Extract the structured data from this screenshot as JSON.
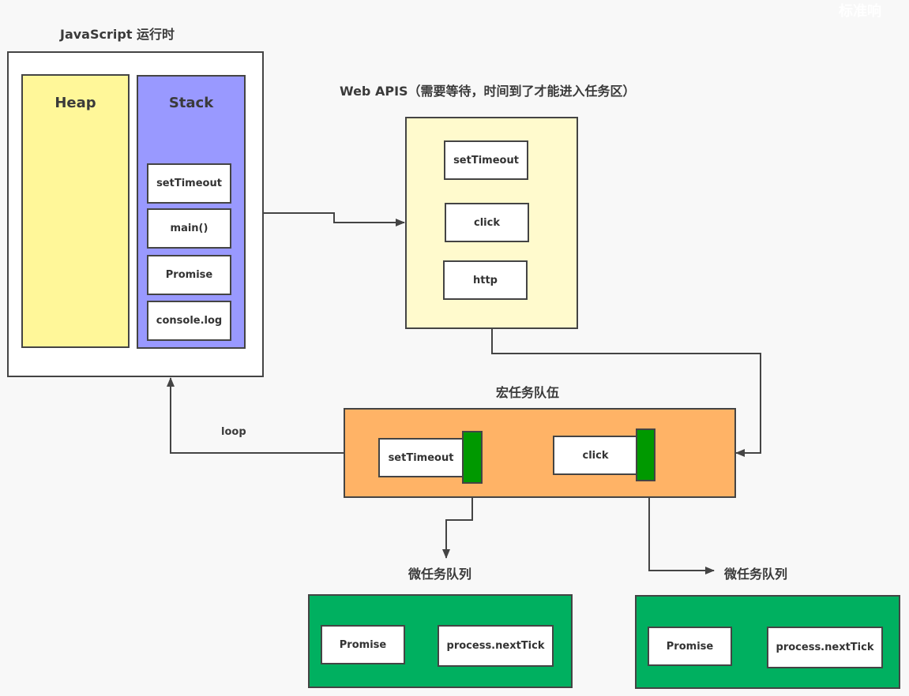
{
  "watermark": "标准响",
  "runtime": {
    "title": "JavaScript 运行时",
    "heap_label": "Heap",
    "stack_label": "Stack",
    "stack_items": [
      "setTimeout",
      "main()",
      "Promise",
      "console.log"
    ]
  },
  "web_apis": {
    "title": "Web APIS（需要等待，时间到了才能进入任务区）",
    "items": [
      "setTimeout",
      "click",
      "http"
    ]
  },
  "macro_queue": {
    "title": "宏任务队伍",
    "items": [
      "setTimeout",
      "click"
    ],
    "loop_label": "loop"
  },
  "micro_queues": [
    {
      "title": "微任务队列",
      "items": [
        "Promise",
        "process.nextTick"
      ]
    },
    {
      "title": "微任务队列",
      "items": [
        "Promise",
        "process.nextTick"
      ]
    }
  ],
  "colors": {
    "heap": "#fff799",
    "stack": "#9999ff",
    "web_apis": "#fffacd",
    "macro_queue": "#ffb366",
    "marker": "#009900",
    "micro_queue": "#00b060",
    "line": "#444444"
  }
}
